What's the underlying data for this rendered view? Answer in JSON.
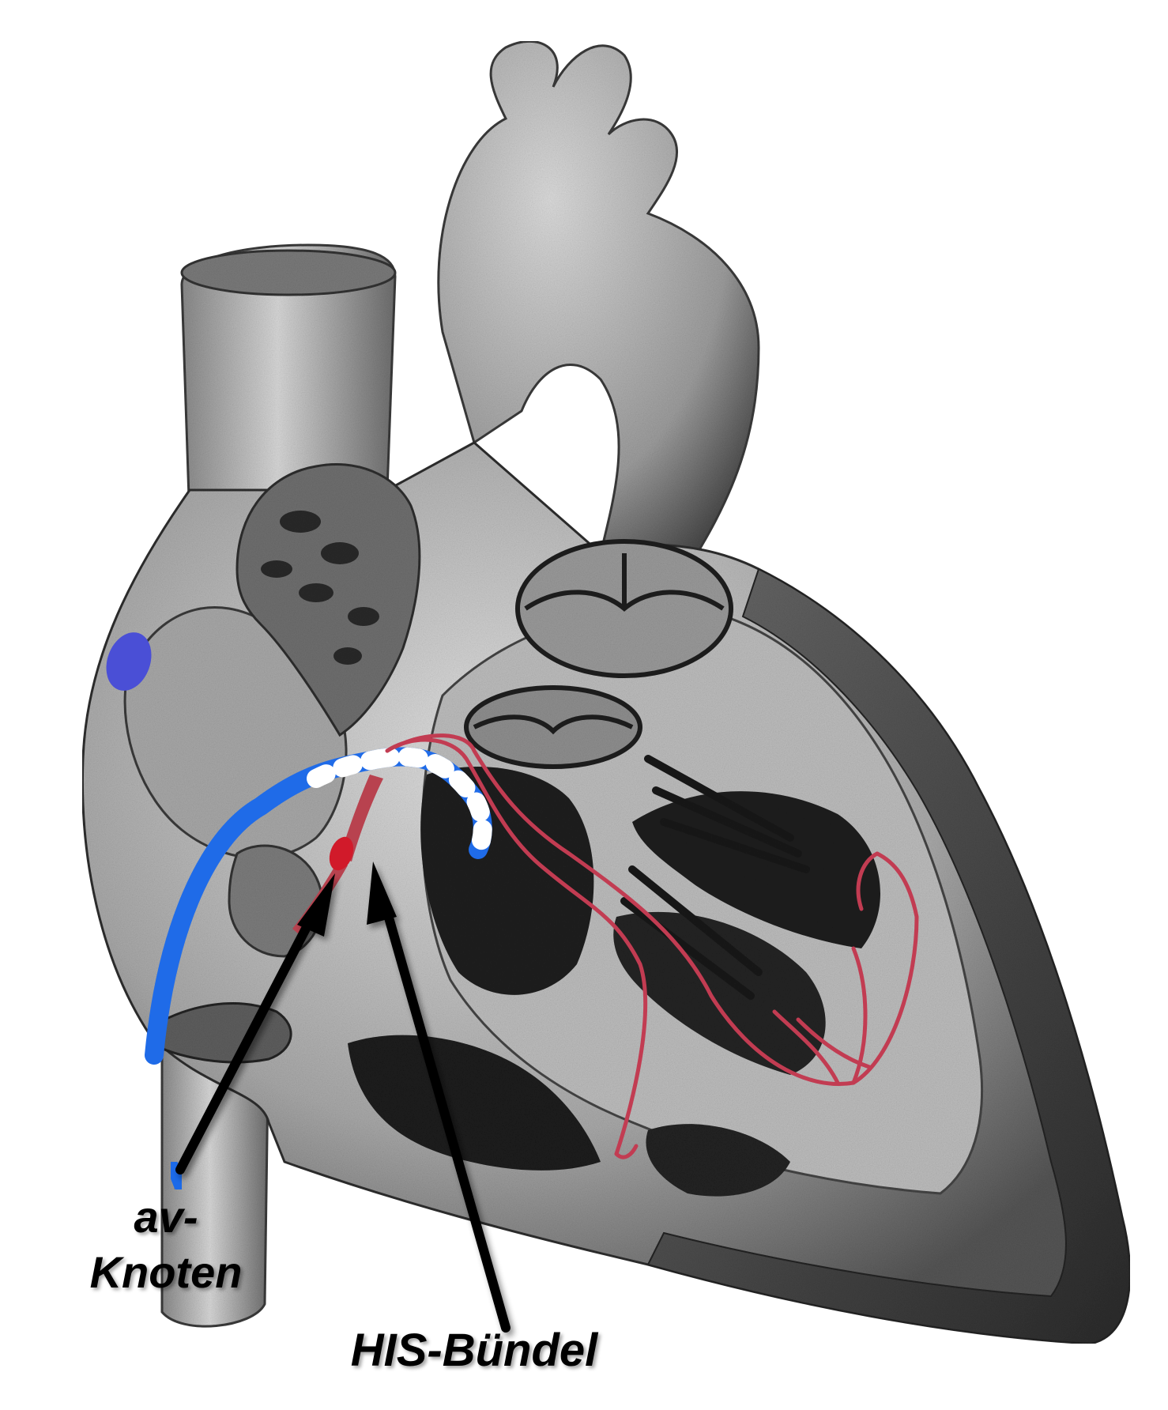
{
  "labels": {
    "av_node_line1": "av-",
    "av_node_line2": "Knoten",
    "his_bundle": "HIS-Bündel"
  },
  "colors": {
    "background": "#ffffff",
    "tissue_light": "#c9c9c9",
    "tissue_mid": "#9a9a9a",
    "tissue_dark": "#2a2a2a",
    "conduction_blue": "#1f6be8",
    "sinus_node": "#4a4fd6",
    "av_node": "#d11a2a",
    "his_bundle": "#b8424f",
    "purkinje_fibers": "#c23c52",
    "arrow": "#000000"
  }
}
